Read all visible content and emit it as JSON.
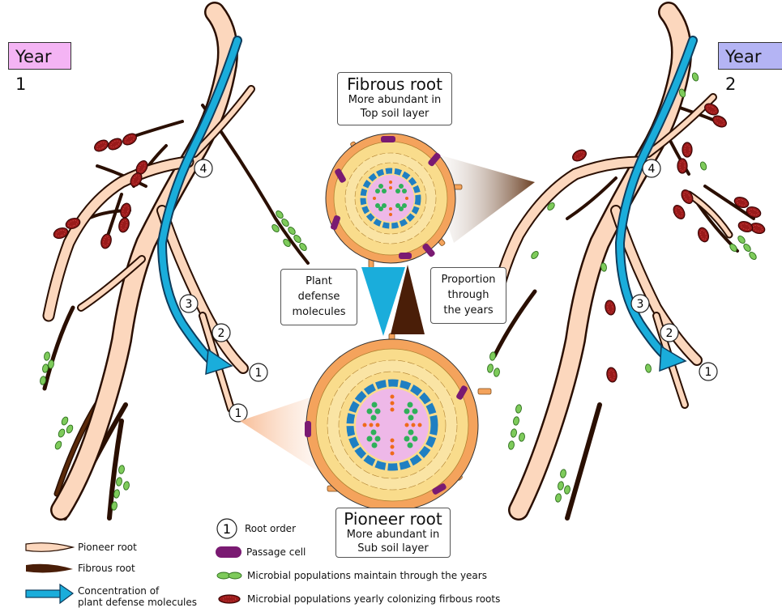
{
  "year_labels": {
    "left": "Year 1",
    "right": "Year 2"
  },
  "colors": {
    "year1_box": "#f4b4f4",
    "year2_box": "#b4b4f4",
    "pioneer_root": "#fcd7bd",
    "fibrous_root": "#4a1e08",
    "defense_arrow": "#1aaddb",
    "passage_cell": "#7a1a72",
    "microbe_green": "#7ecb5b",
    "microbe_red": "#9a1a1a",
    "epidermis": "#f4a35c",
    "cortex": "#f9dc8c",
    "endodermis": "#1f7fc2",
    "stele": "#eeb8e8"
  },
  "fibrous_root_callout": {
    "title": "Fibrous root",
    "line1": "More abundant in",
    "line2": "Top soil layer"
  },
  "pioneer_root_callout": {
    "title": "Pioneer root",
    "line1": "More abundant in",
    "line2": "Sub soil layer"
  },
  "plant_defense_callout": {
    "line1": "Plant",
    "line2": "defense",
    "line3": "molecules"
  },
  "proportion_callout": {
    "line1": "Proportion",
    "line2": "through",
    "line3": "the years"
  },
  "root_order_markers": {
    "year1": [
      "4",
      "3",
      "2",
      "1",
      "1"
    ],
    "year2": [
      "4",
      "3",
      "2",
      "1"
    ]
  },
  "legend": {
    "pioneer_root": "Pioneer root",
    "fibrous_root": "Fibrous root",
    "concentration_line1": "Concentration of",
    "concentration_line2": "plant defense molecules",
    "root_order_symbol": "1",
    "root_order": "Root order",
    "passage_cell": "Passage cell",
    "microbes_maintain": "Microbial populations maintain through the years",
    "microbes_colonizing": "Microbial populations yearly colonizing firbous roots"
  }
}
